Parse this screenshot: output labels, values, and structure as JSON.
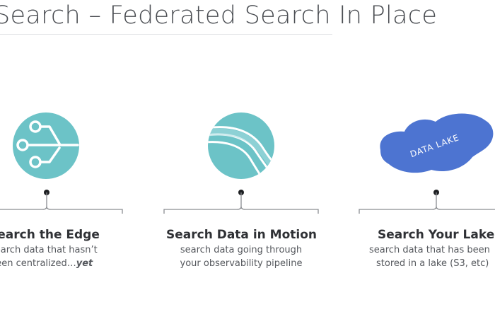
{
  "slide": {
    "title": "Search – Federated Search In Place"
  },
  "columns": [
    {
      "heading": "Search the Edge",
      "desc_line1": "search data that hasn’t",
      "desc_line2_prefix": "been centralized…",
      "desc_line2_emph": "yet"
    },
    {
      "heading": "Search Data in Motion",
      "desc_line1": "search data going through",
      "desc_line2": "your observability pipeline"
    },
    {
      "heading": "Search Your Lake",
      "desc_line1": "search data that has been",
      "desc_line2": "stored in a lake (S3, etc)",
      "lake_label": "DATA LAKE"
    }
  ],
  "colors": {
    "teal": "#6cc3c7",
    "teal_light": "#a9dde0",
    "lake_blue": "#4d74d1",
    "text_dark": "#2f3135",
    "text_muted": "#55585d",
    "bracket": "#8a8d91"
  },
  "icons": {
    "edge": "circuit-icon",
    "motion": "data-stream-icon",
    "lake": "data-lake-icon"
  }
}
